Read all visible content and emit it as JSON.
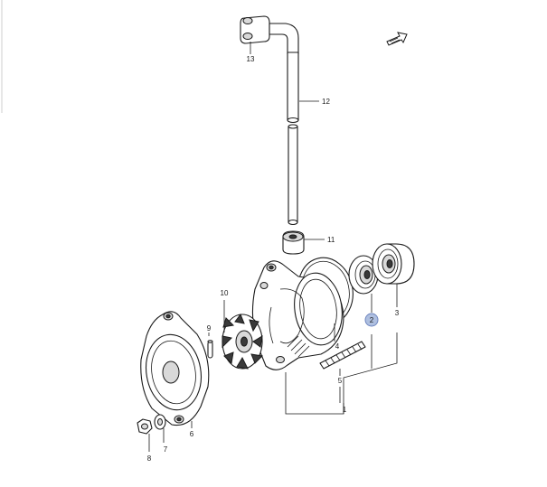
{
  "callouts": {
    "c1": "1",
    "c2": "2",
    "c3": "3",
    "c4": "4",
    "c5": "5",
    "c6": "6",
    "c7": "7",
    "c8": "8",
    "c9": "9",
    "c10": "10",
    "c11": "11",
    "c12": "12",
    "c13": "13"
  },
  "highlighted_callout": "2",
  "colors": {
    "line": "#1a1a1a",
    "highlight": "#aebfe0",
    "background": "#ffffff"
  },
  "icons": {
    "front_indicator": "arrow-icon"
  }
}
